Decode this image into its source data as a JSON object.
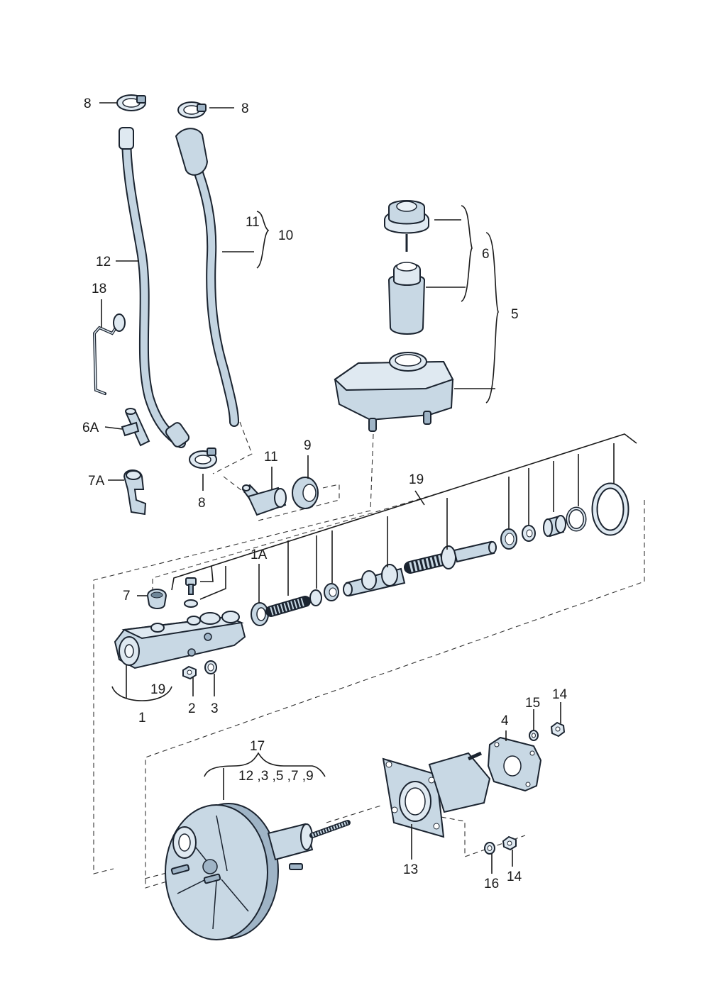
{
  "callouts": {
    "c8a": "8",
    "c8b": "8",
    "c8c": "8",
    "c11a": "11",
    "c10": "10",
    "c12": "12",
    "c18": "18",
    "c6a": "6A",
    "c7a": "7A",
    "c11b": "11",
    "c9": "9",
    "c6": "6",
    "c5": "5",
    "c19a": "19",
    "c1a": "1A",
    "c7": "7",
    "c19b": "19",
    "c1": "1",
    "c2": "2",
    "c3": "3",
    "c4": "4",
    "c15": "15",
    "c14a": "14",
    "c17": "17",
    "c17list": "12 ,3 ,5 ,7 ,9",
    "c13": "13",
    "c16": "16",
    "c14b": "14"
  }
}
